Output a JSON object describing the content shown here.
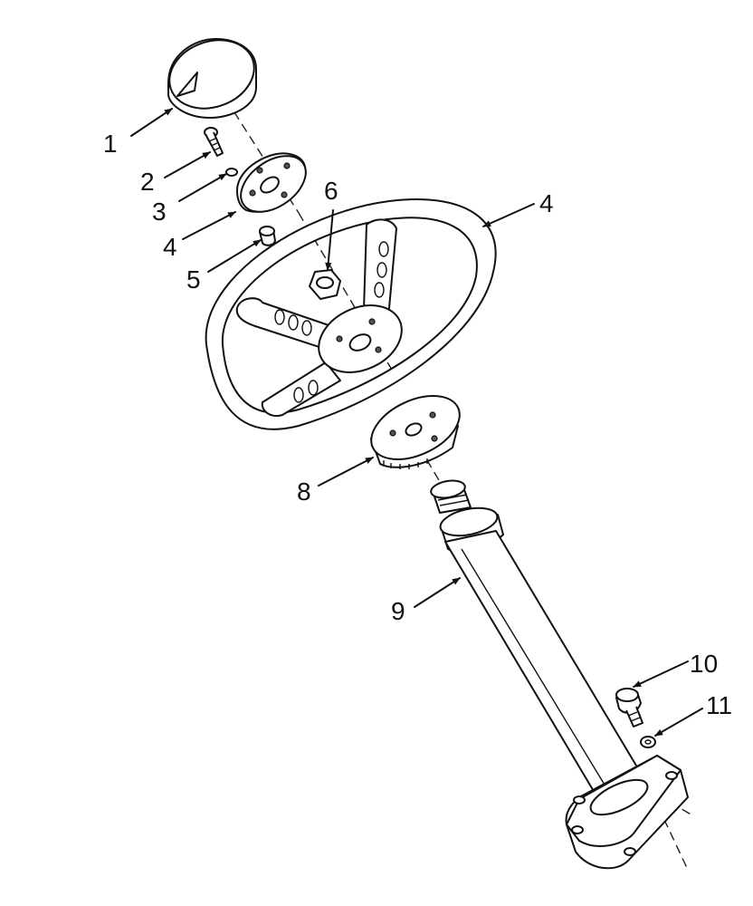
{
  "callouts": [
    {
      "id": "c1",
      "label": "1"
    },
    {
      "id": "c2",
      "label": "2"
    },
    {
      "id": "c3",
      "label": "3"
    },
    {
      "id": "c4a",
      "label": "4"
    },
    {
      "id": "c4b",
      "label": "4"
    },
    {
      "id": "c5",
      "label": "5"
    },
    {
      "id": "c6",
      "label": "6"
    },
    {
      "id": "c8",
      "label": "8"
    },
    {
      "id": "c9",
      "label": "9"
    },
    {
      "id": "c10",
      "label": "10"
    },
    {
      "id": "c11",
      "label": "11"
    }
  ]
}
